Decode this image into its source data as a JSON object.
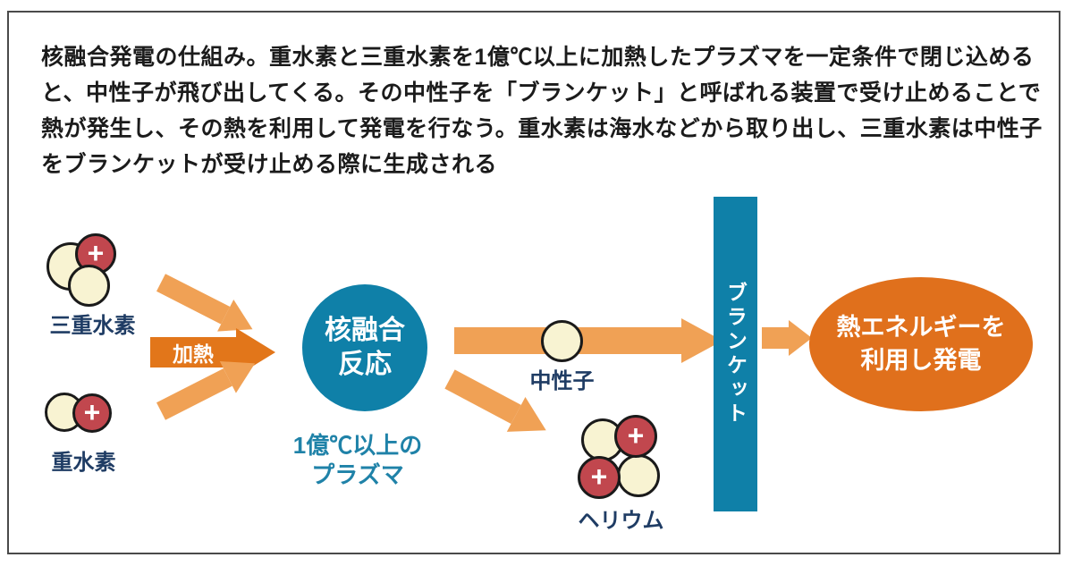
{
  "description": {
    "lines": [
      "核融合発電の仕組み。重水素と三重水素を1億℃以上に加熱したプラズマを一定条件で閉じ込める",
      "と、中性子が飛び出してくる。その中性子を「ブランケット」と呼ばれる装置で受け止めることで",
      "熱が発生し、その熱を利用して発電を行なう。重水素は海水などから取り出し、三重水素は中性子",
      "をブランケットが受け止める際に生成される"
    ]
  },
  "diagram": {
    "plus": "+",
    "tritium": {
      "label": "三重水素"
    },
    "deuterium": {
      "label": "重水素"
    },
    "heating": {
      "label": "加熱"
    },
    "fusion": {
      "line1": "核融合",
      "line2": "反応"
    },
    "plasma": {
      "line1": "1億℃以上の",
      "line2": "プラズマ"
    },
    "neutron": {
      "label": "中性子"
    },
    "helium": {
      "label": "ヘリウム"
    },
    "blanket": {
      "label": "ブランケット"
    },
    "energy": {
      "line1": "熱エネルギーを",
      "line2": "利用し発電"
    }
  },
  "colors": {
    "teal": "#0F80A8",
    "arrow_light_orange": "#F0A155",
    "arrow_dark_orange": "#E2761A",
    "ellipse_orange": "#E0701C",
    "neutron_cream": "#F8F3D2",
    "proton_red": "#C1474E",
    "label_navy": "#1F3C64",
    "caption_teal": "#1F82A8",
    "body_text": "#1B1B1B",
    "frame_border": "#4A4A4A"
  }
}
